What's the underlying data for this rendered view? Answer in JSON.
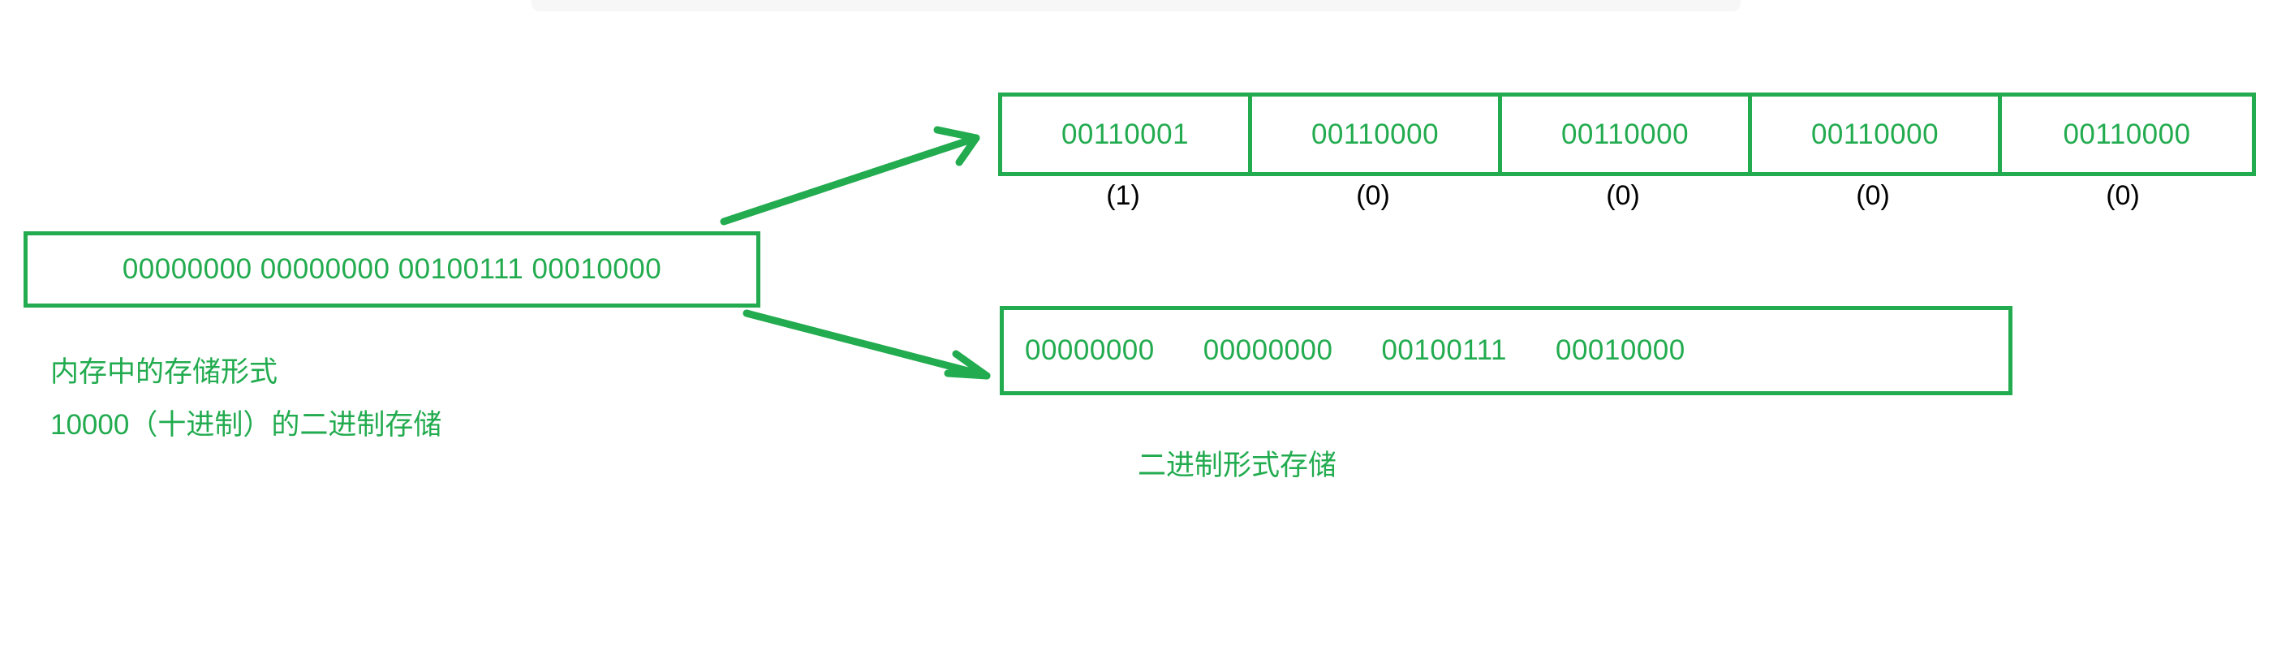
{
  "colors": {
    "green": "#22ab4f",
    "label_black": "#000000",
    "background": "#ffffff"
  },
  "memory": {
    "bits": "00000000 00000000 00100111 00010000",
    "caption_line1": "内存中的存储形式",
    "caption_line2": "10000（十进制）的二进制存储"
  },
  "ascii_row": {
    "cells": [
      {
        "bits": "00110001",
        "label": "(1)"
      },
      {
        "bits": "00110000",
        "label": "(0)"
      },
      {
        "bits": "00110000",
        "label": "(0)"
      },
      {
        "bits": "00110000",
        "label": "(0)"
      },
      {
        "bits": "00110000",
        "label": "(0)"
      }
    ]
  },
  "binary_row": {
    "groups": [
      "00000000",
      "00000000",
      "00100111",
      "00010000"
    ],
    "caption": "二进制形式存储"
  },
  "arrows": [
    {
      "name": "arrow-to-ascii-row"
    },
    {
      "name": "arrow-to-binary-row"
    }
  ]
}
